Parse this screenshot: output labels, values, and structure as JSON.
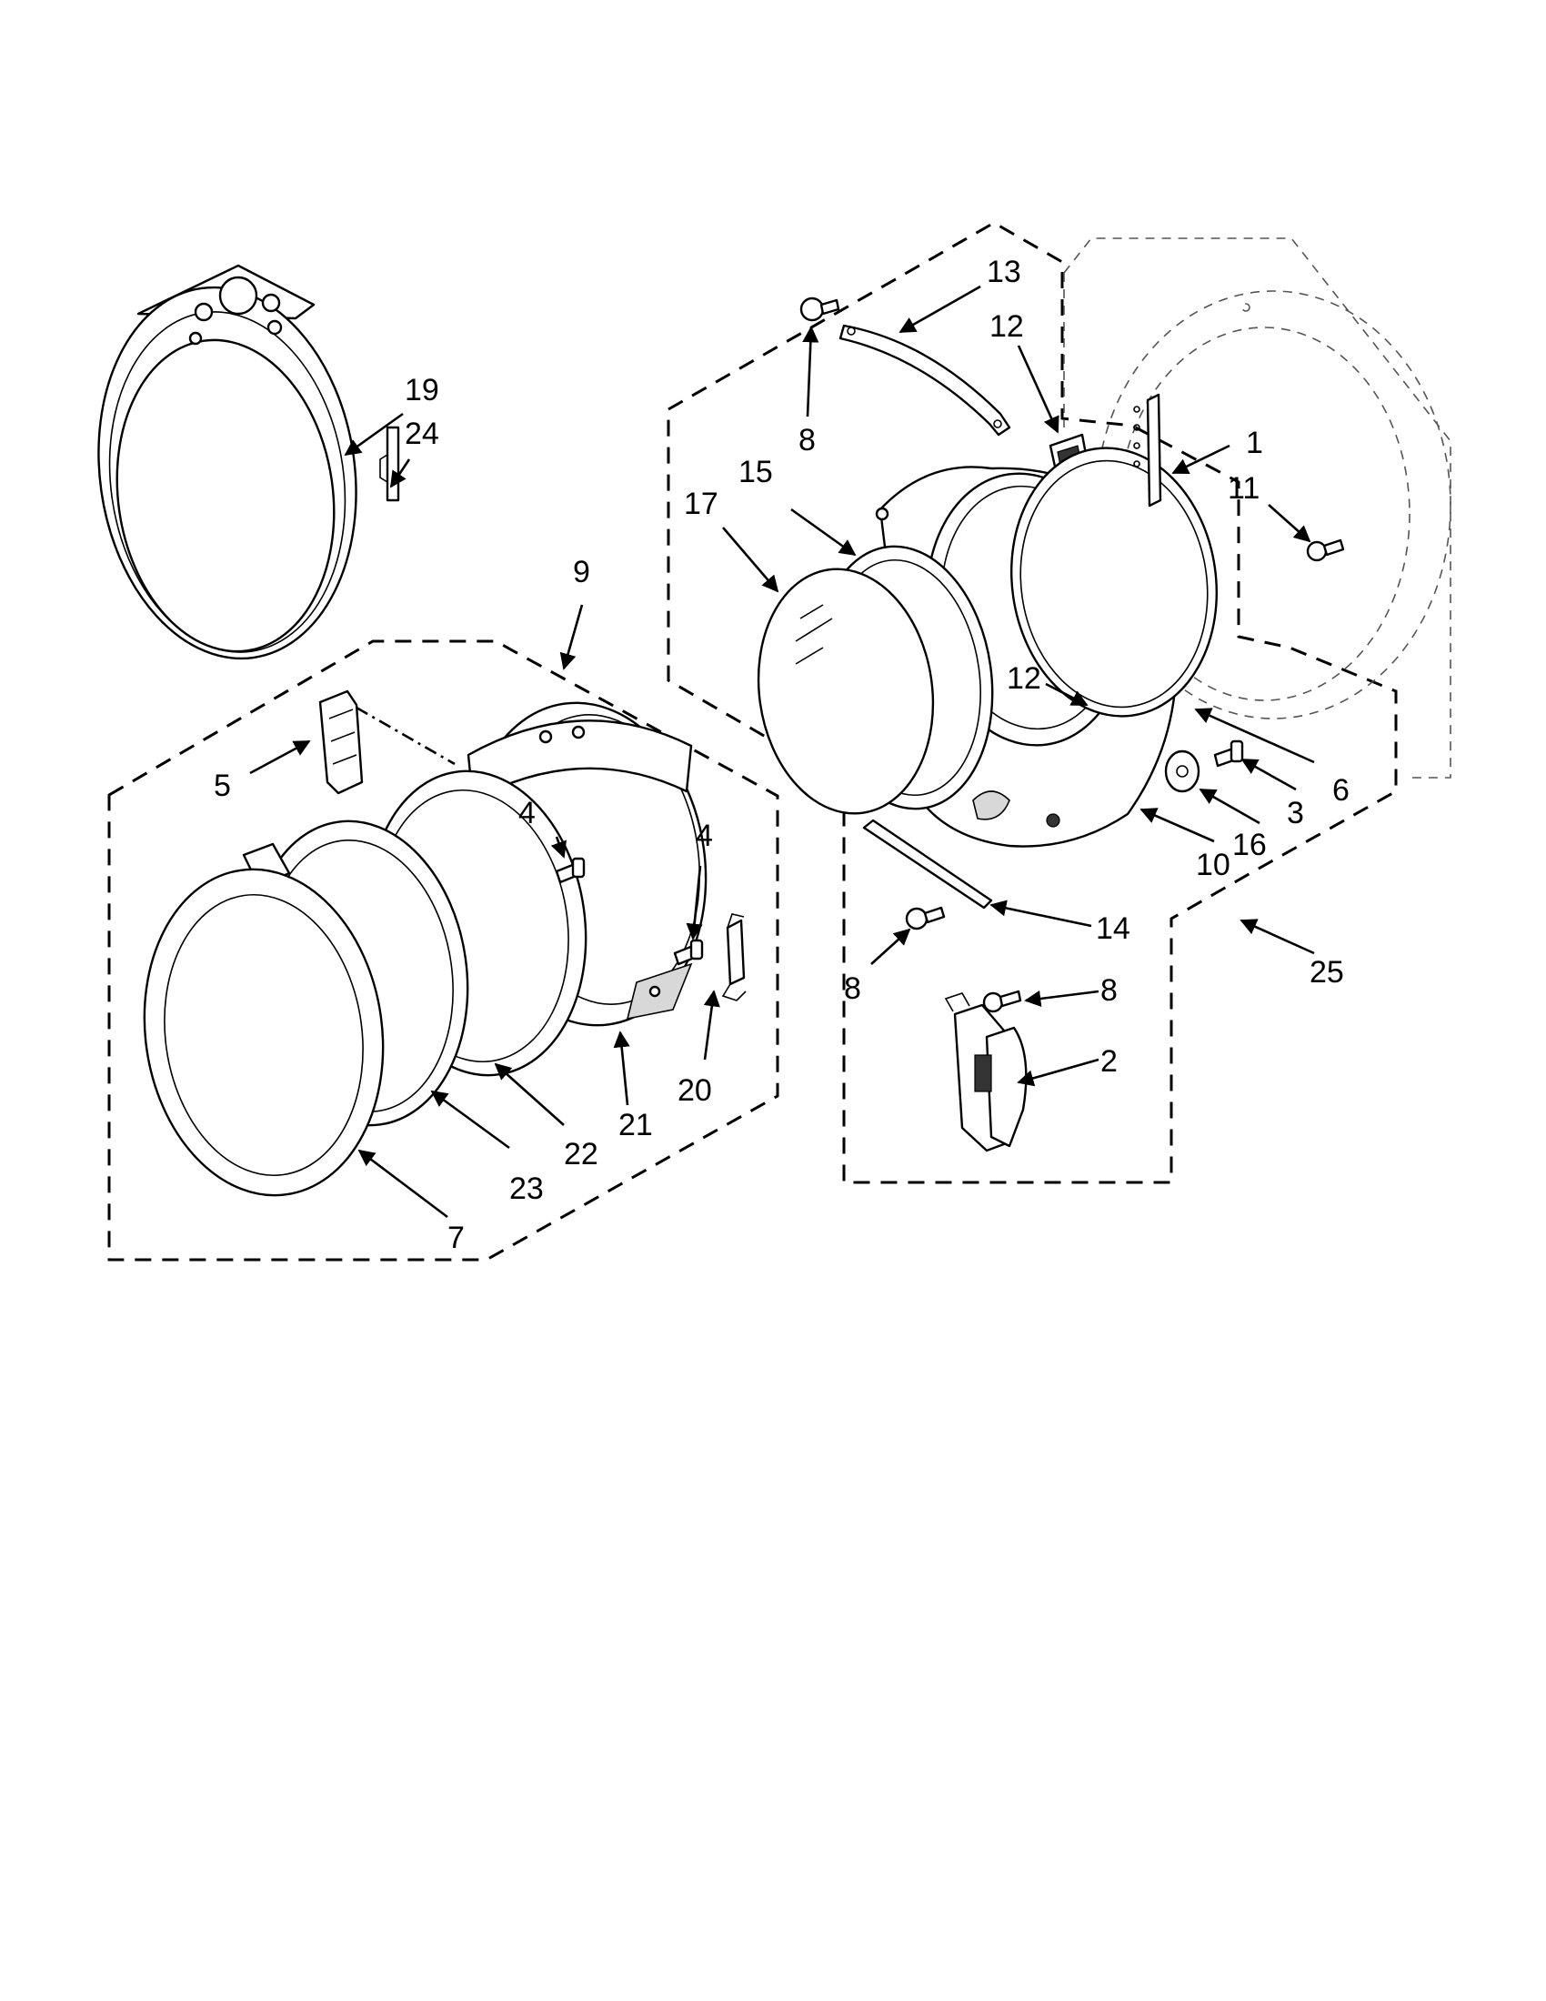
{
  "callouts": [
    {
      "id": "c1",
      "text": "1"
    },
    {
      "id": "c2",
      "text": "2"
    },
    {
      "id": "c3",
      "text": "3"
    },
    {
      "id": "c4a",
      "text": "4"
    },
    {
      "id": "c4b",
      "text": "4"
    },
    {
      "id": "c5",
      "text": "5"
    },
    {
      "id": "c6",
      "text": "6"
    },
    {
      "id": "c7",
      "text": "7"
    },
    {
      "id": "c8a",
      "text": "8"
    },
    {
      "id": "c8b",
      "text": "8"
    },
    {
      "id": "c8c",
      "text": "8"
    },
    {
      "id": "c9",
      "text": "9"
    },
    {
      "id": "c10",
      "text": "10"
    },
    {
      "id": "c11",
      "text": "11"
    },
    {
      "id": "c12a",
      "text": "12"
    },
    {
      "id": "c12b",
      "text": "12"
    },
    {
      "id": "c13",
      "text": "13"
    },
    {
      "id": "c14",
      "text": "14"
    },
    {
      "id": "c15",
      "text": "15"
    },
    {
      "id": "c16",
      "text": "16"
    },
    {
      "id": "c17",
      "text": "17"
    },
    {
      "id": "c19",
      "text": "19"
    },
    {
      "id": "c20",
      "text": "20"
    },
    {
      "id": "c21",
      "text": "21"
    },
    {
      "id": "c22",
      "text": "22"
    },
    {
      "id": "c23",
      "text": "23"
    },
    {
      "id": "c24",
      "text": "24"
    },
    {
      "id": "c25",
      "text": "25"
    }
  ]
}
